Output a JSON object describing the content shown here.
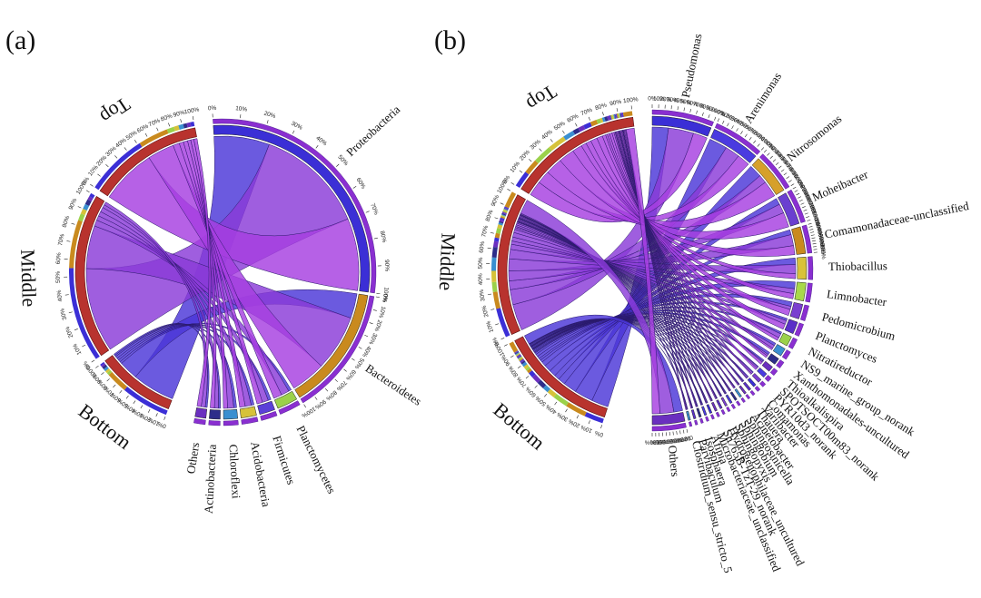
{
  "chart_data": [
    {
      "type": "chord",
      "panel": "(a)",
      "sources": [
        {
          "name": "Bottom",
          "color": "#b8332e"
        },
        {
          "name": "Middle",
          "color": "#b8332e"
        },
        {
          "name": "Top",
          "color": "#b8332e"
        }
      ],
      "targets": [
        {
          "name": "Proteobacteria",
          "color": "#3b2fd6"
        },
        {
          "name": "Bacteroidetes",
          "color": "#c98a1e"
        },
        {
          "name": "Planctomycetes",
          "color": "#9bd14a"
        },
        {
          "name": "Firmicutes",
          "color": "#5b3fd8"
        },
        {
          "name": "Acidobacteria",
          "color": "#d6c23a"
        },
        {
          "name": "Chloroflexi",
          "color": "#3a8fd0"
        },
        {
          "name": "Actinobacteria",
          "color": "#2d2d8a"
        },
        {
          "name": "Others",
          "color": "#6a2fbf"
        }
      ],
      "source_segment_colors": [
        "#c98a1e",
        "#9bd14a",
        "#3a8fd0",
        "#2d2d8a"
      ],
      "flows": [
        [
          0.58,
          0.26,
          0.03,
          0.03,
          0.03,
          0.03,
          0.02,
          0.02
        ],
        [
          0.55,
          0.28,
          0.04,
          0.03,
          0.03,
          0.03,
          0.02,
          0.02
        ],
        [
          0.52,
          0.25,
          0.06,
          0.04,
          0.04,
          0.03,
          0.03,
          0.03
        ]
      ],
      "source_sizes": [
        0.22,
        0.46,
        0.32
      ],
      "ticks": [
        "0%",
        "10%",
        "20%",
        "30%",
        "40%",
        "50%",
        "60%",
        "70%",
        "80%",
        "90%",
        "100%"
      ]
    },
    {
      "type": "chord",
      "panel": "(b)",
      "sources": [
        {
          "name": "Bottom",
          "color": "#b8332e"
        },
        {
          "name": "Middle",
          "color": "#b8332e"
        },
        {
          "name": "Top",
          "color": "#b8332e"
        }
      ],
      "targets": [
        {
          "name": "Pseudomonas",
          "color": "#3b2fd6"
        },
        {
          "name": "Arenimonas",
          "color": "#4a3be0"
        },
        {
          "name": "Nitrosomonas",
          "color": "#d6a02a"
        },
        {
          "name": "Moheibacter",
          "color": "#6a3fd0"
        },
        {
          "name": "Comamonadaceae-unclassified",
          "color": "#c98a1e"
        },
        {
          "name": "Thiobacillus",
          "color": "#d8c23a"
        },
        {
          "name": "Limnobacter",
          "color": "#a8d84a"
        },
        {
          "name": "Pedomicrobium",
          "color": "#7a3fd0"
        },
        {
          "name": "Planctomyces",
          "color": "#5a30c8"
        },
        {
          "name": "Nitratireductor",
          "color": "#9bd14a"
        },
        {
          "name": "NS9_marine_group_norank",
          "color": "#3a8fd0"
        },
        {
          "name": "Xanthomonadales-uncultured",
          "color": "#2d2d8a"
        },
        {
          "name": "Thioalkalispira",
          "color": "#6a2fbf"
        },
        {
          "name": "SPOTSOCT00m83_norank",
          "color": "#4a3be0"
        },
        {
          "name": "PYR10d3_norank",
          "color": "#7a3fd0"
        },
        {
          "name": "Comamonas",
          "color": "#3b2fd6"
        },
        {
          "name": "Variibacter",
          "color": "#5a30c8"
        },
        {
          "name": "Thauera",
          "color": "#6a2fbf"
        },
        {
          "name": "Acinetobacter",
          "color": "#3a8fd0"
        },
        {
          "name": "Sphingosinicella",
          "color": "#2d2d8a"
        },
        {
          "name": "Sphingobium",
          "color": "#4a3be0"
        },
        {
          "name": "Sphingopyxis",
          "color": "#7a3fd0"
        },
        {
          "name": "Hydrogenophilaceae_uncultured",
          "color": "#5a30c8"
        },
        {
          "name": "Sh765B-TzT-29_norank",
          "color": "#6a2fbf"
        },
        {
          "name": "Microbacteriaceae_unclassified",
          "color": "#3b2fd6"
        },
        {
          "name": "Afipia",
          "color": "#4a3be0"
        },
        {
          "name": "Isosphaera",
          "color": "#2d2d8a"
        },
        {
          "name": "Parvibaculum",
          "color": "#5a30c8"
        },
        {
          "name": "Clostridium_sensu_stricto_5",
          "color": "#3a8fd0"
        },
        {
          "name": "Others",
          "color": "#6a2fbf"
        }
      ],
      "source_sizes": [
        0.3,
        0.36,
        0.34
      ],
      "ticks": [
        "0%",
        "10%",
        "20%",
        "30%",
        "40%",
        "50%",
        "60%",
        "70%",
        "80%",
        "90%",
        "100%"
      ]
    }
  ]
}
